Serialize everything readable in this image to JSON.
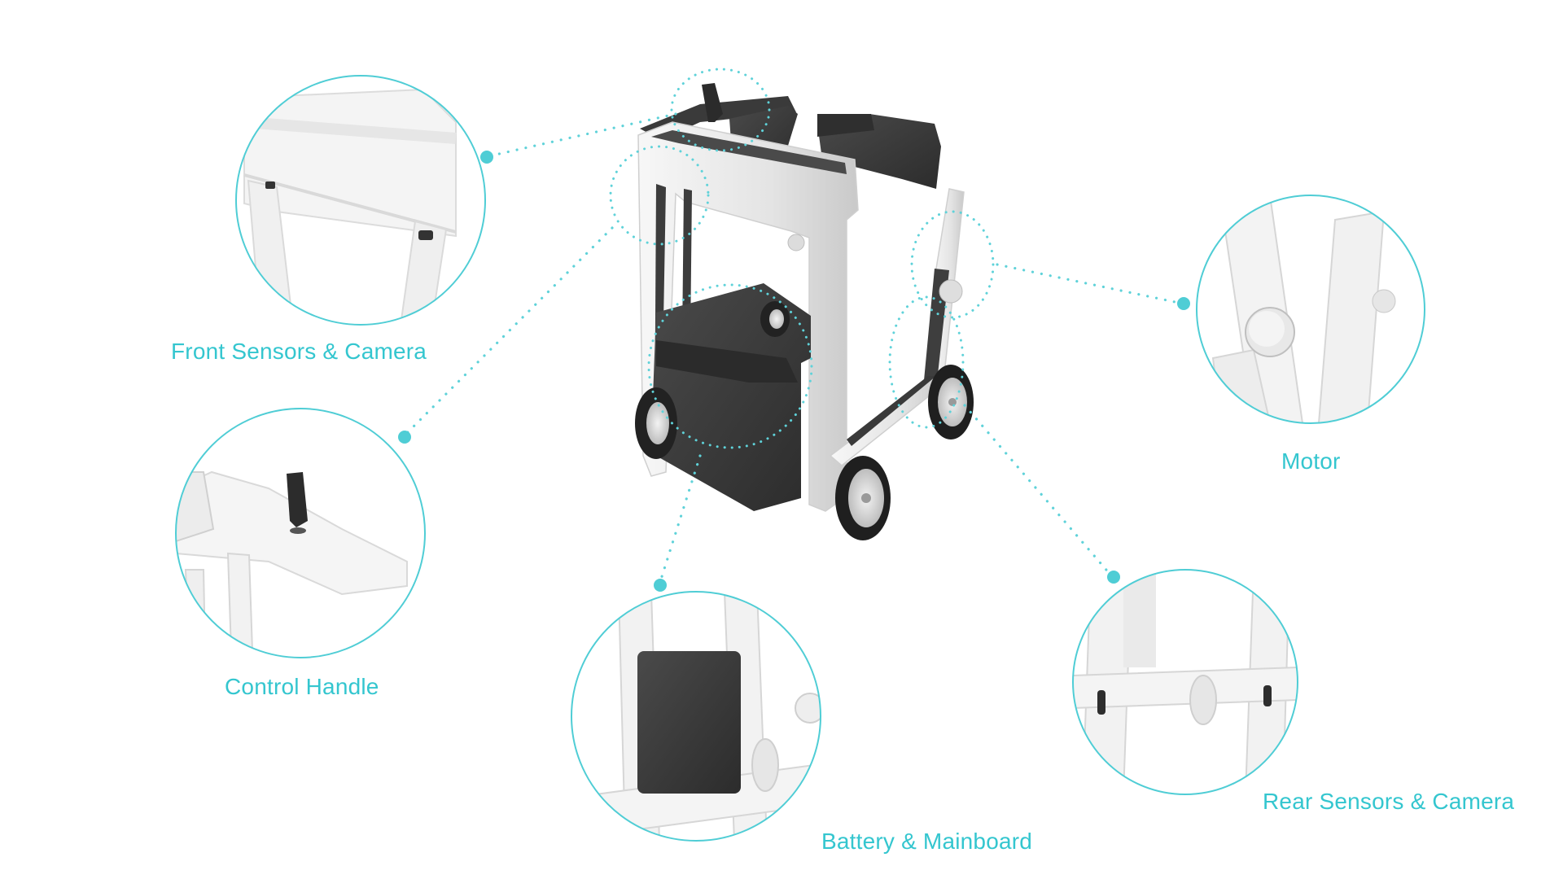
{
  "labels": {
    "front_sensors": "Front Sensors & Camera",
    "control_handle": "Control Handle",
    "battery": "Battery & Mainboard",
    "motor": "Motor",
    "rear_sensors": "Rear Sensors & Camera"
  },
  "colors": {
    "accent": "#34c6cf",
    "body_dark": "#3a3a3a",
    "frame_light": "#e9e9e9",
    "background": "#ffffff"
  },
  "icons": {
    "product": "robotic-walker-illustration",
    "callout": "callout-circle",
    "leader": "dotted-leader-line"
  }
}
